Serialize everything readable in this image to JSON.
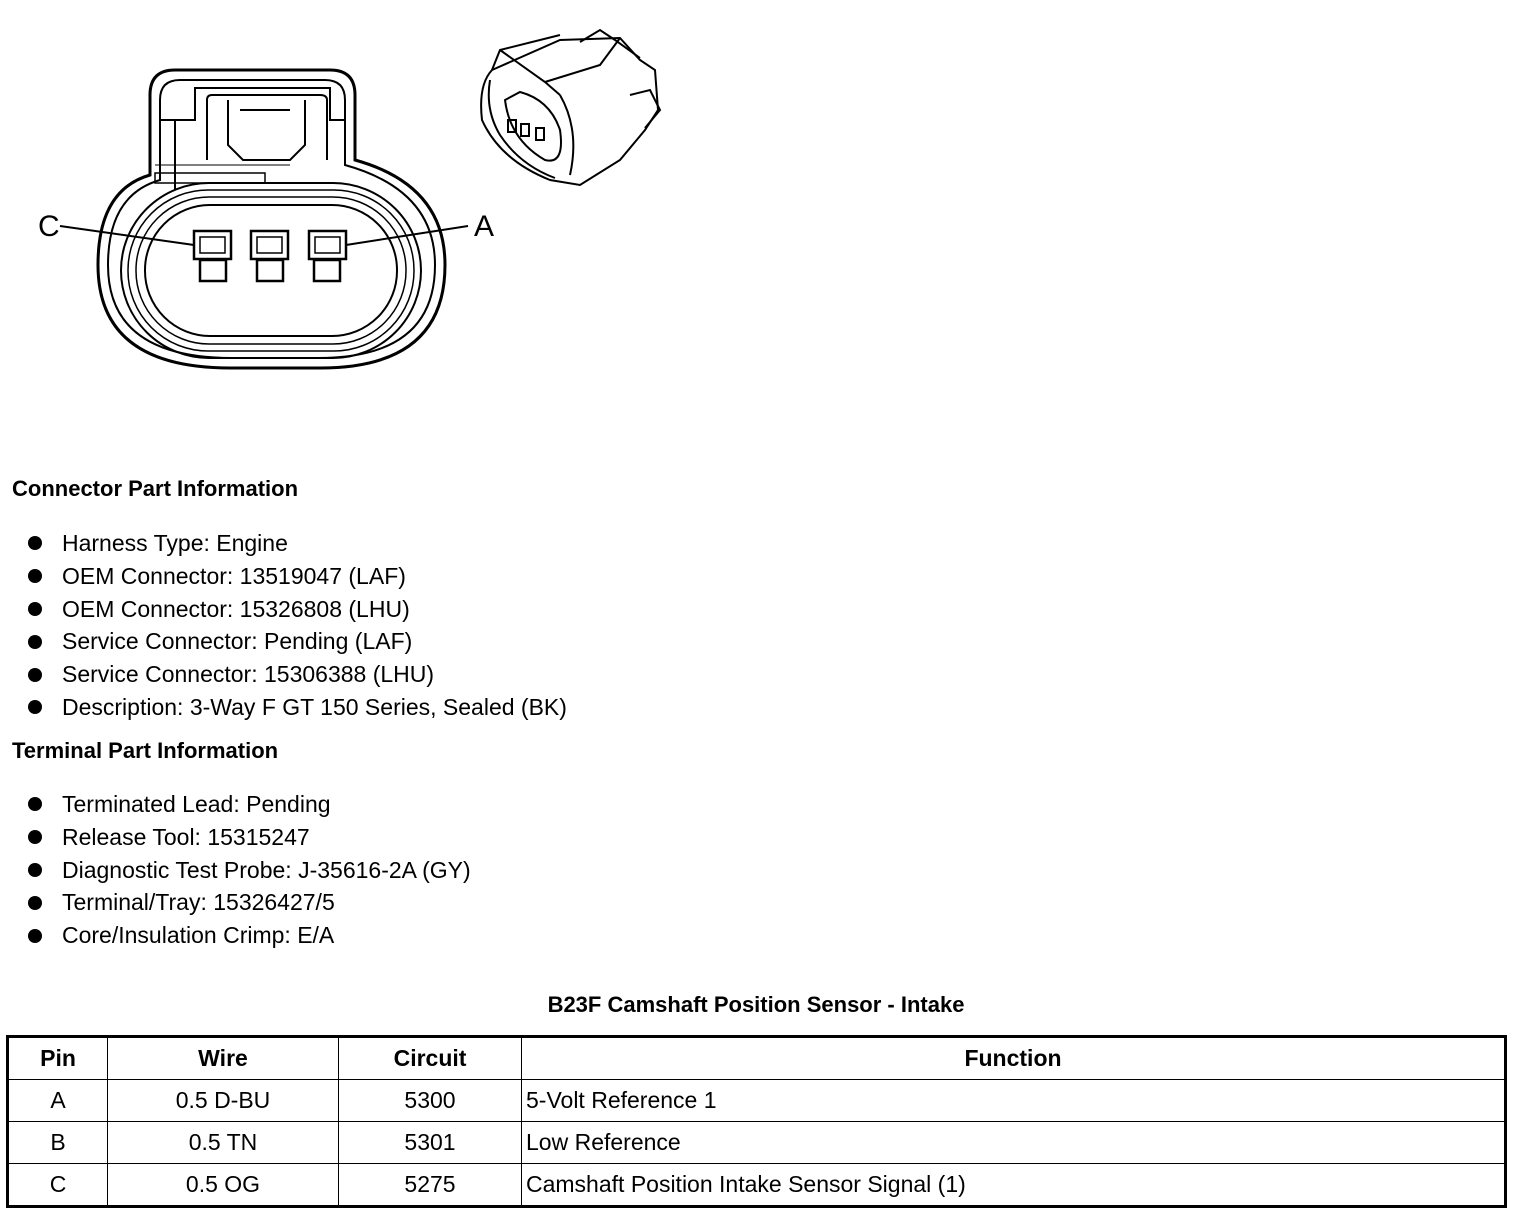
{
  "diagram": {
    "pin_labels": [
      "C",
      "A"
    ]
  },
  "connector_info": {
    "heading": "Connector Part Information",
    "items": [
      "Harness Type: Engine",
      "OEM Connector: 13519047 (LAF)",
      "OEM Connector: 15326808 (LHU)",
      "Service Connector: Pending (LAF)",
      "Service Connector: 15306388 (LHU)",
      "Description: 3-Way F GT 150 Series, Sealed (BK)"
    ]
  },
  "terminal_info": {
    "heading": "Terminal Part Information",
    "items": [
      "Terminated Lead: Pending",
      "Release Tool: 15315247",
      "Diagnostic Test Probe: J-35616-2A (GY)",
      "Terminal/Tray: 15326427/5",
      "Core/Insulation Crimp: E/A"
    ]
  },
  "table": {
    "title": "B23F Camshaft Position Sensor - Intake",
    "headers": [
      "Pin",
      "Wire",
      "Circuit",
      "Function"
    ],
    "rows": [
      [
        "A",
        "0.5 D-BU",
        "5300",
        "5-Volt Reference 1"
      ],
      [
        "B",
        "0.5 TN",
        "5301",
        "Low Reference"
      ],
      [
        "C",
        "0.5 OG",
        "5275",
        "Camshaft Position Intake Sensor Signal (1)"
      ]
    ]
  }
}
